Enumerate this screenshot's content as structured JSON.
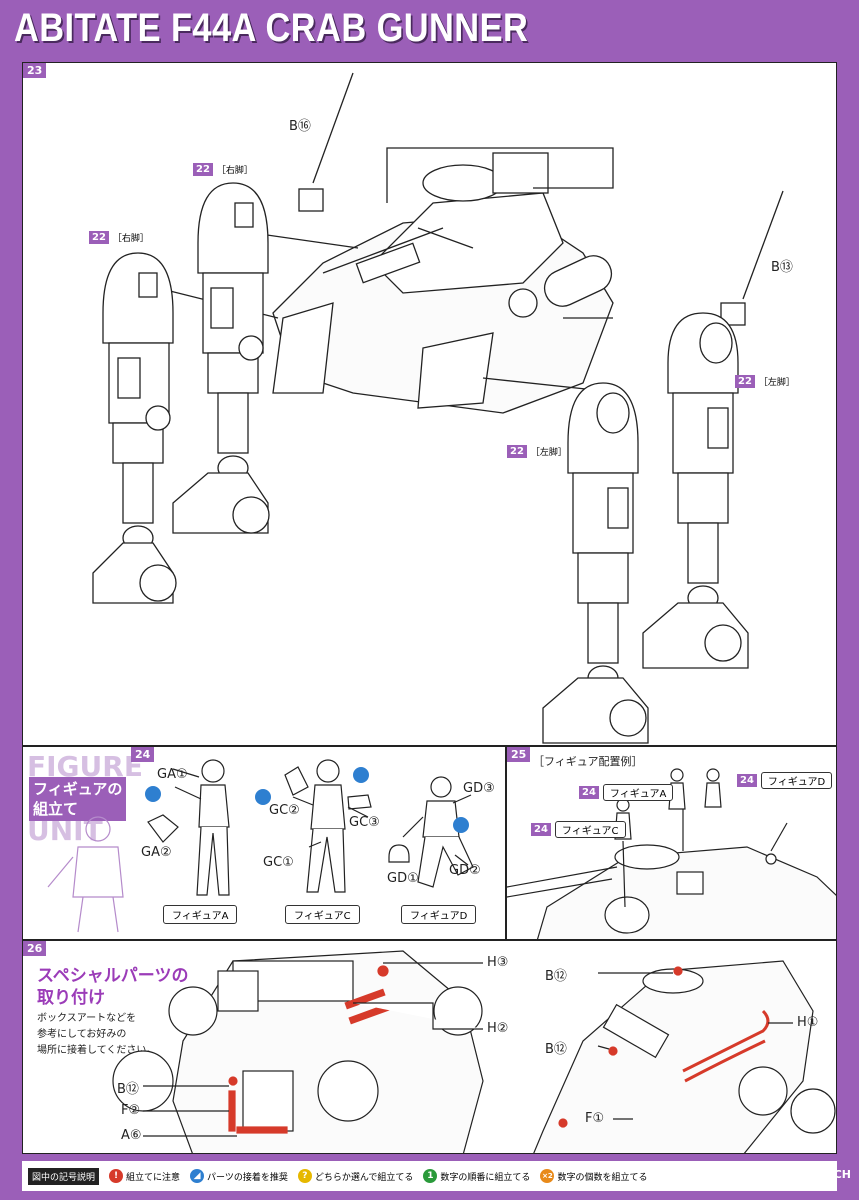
{
  "header": {
    "title": "ABITATE F44A CRAB GUNNER"
  },
  "step23": {
    "number": "23",
    "parts": {
      "b16": "B⑯",
      "b13": "B⑬"
    },
    "legs": [
      {
        "num": "22",
        "label": "［右脚］"
      },
      {
        "num": "22",
        "label": "［右脚］"
      },
      {
        "num": "22",
        "label": "［左脚］"
      },
      {
        "num": "22",
        "label": "［左脚］"
      }
    ]
  },
  "step24": {
    "number": "24",
    "title_line1": "フィギュアの",
    "title_line2": "組立て",
    "bg_text1": "FIGURE",
    "bg_text2": "UNIT",
    "parts": {
      "ga1": "GA①",
      "ga2": "GA②",
      "gc1": "GC①",
      "gc2": "GC②",
      "gc3": "GC③",
      "gd1": "GD①",
      "gd2": "GD②",
      "gd3": "GD③"
    },
    "figures": {
      "a": "フィギュアA",
      "c": "フィギュアC",
      "d": "フィギュアD"
    }
  },
  "step25": {
    "number": "25",
    "title": "［フィギュア配置例］",
    "tags": [
      {
        "num": "24",
        "label": "フィギュアA"
      },
      {
        "num": "24",
        "label": "フィギュアD"
      },
      {
        "num": "24",
        "label": "フィギュアC"
      }
    ]
  },
  "step26": {
    "number": "26",
    "title_line1": "スペシャルパーツの",
    "title_line2": "取り付け",
    "desc_line1": "ボックスアートなどを",
    "desc_line2": "参考にしてお好みの",
    "desc_line3": "場所に接着してください。",
    "parts_left": {
      "h3": "H③",
      "h2": "H②",
      "b12": "B⑫",
      "f2": "F②",
      "a6": "A⑥"
    },
    "parts_right": {
      "b12a": "B⑫",
      "b12b": "B⑫",
      "h1": "H①",
      "f1": "F①"
    }
  },
  "legend": {
    "heading": "図中の記号説明",
    "items": [
      {
        "icon": "!",
        "label": "組立てに注意",
        "color": "#d63a2a"
      },
      {
        "icon": "◢",
        "label": "パーツの接着を推奨",
        "color": "#2e7fd0"
      },
      {
        "icon": "?",
        "label": "どちらか選んで組立てる",
        "color": "#e6b800"
      },
      {
        "icon": "1",
        "label": "数字の順番に組立てる",
        "color": "#2a9a3a"
      },
      {
        "icon": "×2",
        "label": "数字の個数を組立てる",
        "color": "#e88a1a"
      }
    ]
  },
  "watermark": "HOBBY SEARCH",
  "colors": {
    "brand": "#9b5fb8",
    "accent_red": "#d63a2a",
    "accent_blue": "#2e7fd0"
  }
}
